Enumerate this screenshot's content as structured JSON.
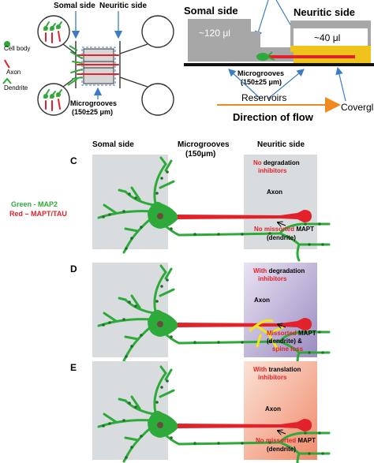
{
  "panelA": {
    "somal_side": "Somal side",
    "neuritic_side": "Neuritic side",
    "legend": {
      "cell_body": "Cell body",
      "axon": "Axon",
      "dendrite": "Dendrite"
    },
    "microgrooves_label": "Microgrooves",
    "microgrooves_size": "(150±25 μm)"
  },
  "panelB": {
    "somal_side": "Somal side",
    "neuritic_side": "Neuritic side",
    "somal_volume": "~120 μl",
    "neuritic_volume": "~40 μl",
    "microgrooves_label": "Microgrooves",
    "microgrooves_size": "(150±25 μm)",
    "reservoirs": "Reservoirs",
    "covergl": "Covergl",
    "flow": "Direction of flow"
  },
  "header": {
    "somal_side": "Somal side",
    "microgrooves": "Microgrooves",
    "microgrooves_size": "(150μm)",
    "neuritic_side": "Neuritic side"
  },
  "side_legend": {
    "green": "Green - MAP2",
    "red": "Red – MAPT/TAU"
  },
  "panels": [
    {
      "letter": "C",
      "top_a": "No",
      "top_b": " degradation",
      "top_c": "inhibitors",
      "axon": "Axon",
      "note_a": "No missorted",
      "note_b": " MAPT",
      "note_c": "(dendrite)",
      "note_d": ""
    },
    {
      "letter": "D",
      "top_a": "With",
      "top_b": " degradation",
      "top_c": "inhibitors",
      "axon": "Axon",
      "note_a": "Missorted",
      "note_b": " MAPT",
      "note_c": "(dendrite) &",
      "note_d": "spine loss"
    },
    {
      "letter": "E",
      "top_a": "With",
      "top_b": " translation",
      "top_c": "inhibitors",
      "axon": "Axon",
      "note_a": "No missorted",
      "note_b": " MAPT",
      "note_c": "(dendrite)",
      "note_d": ""
    }
  ],
  "colors": {
    "green": "#2eaa3a",
    "red": "#e2222a",
    "yellow": "#f4e41a",
    "orange": "#f08a1c",
    "blue": "#3b7cc4"
  }
}
